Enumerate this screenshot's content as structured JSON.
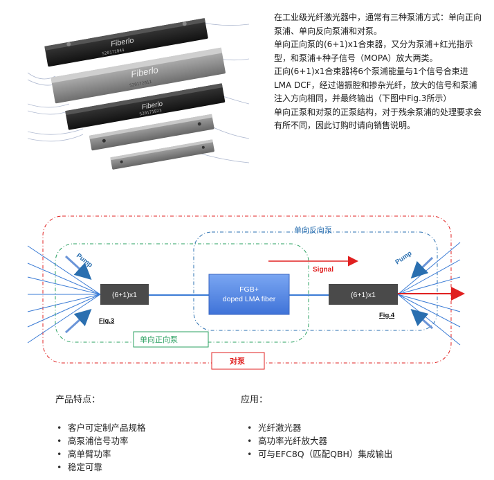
{
  "intro": {
    "lines": [
      "在工业级光纤激光器中，通常有三种泵浦方式：单向正向泵浦、单向反向泵浦和对泵。",
      "单向正向泵的(6+1)x1合束器，又分为泵浦+红光指示型，和泵浦+种子信号（MOPA）放大两类。",
      "正向(6+1)x1合束器将6个泵浦能量与1个信号合束进LMA DCF，经过谐振腔和掺杂光纤，放大的信号和泵浦注入方向相同，并最终输出（下图中Fig.3所示）",
      "单向正泵和对泵的正泵结构，对于残余泵浦的处理要求会有所不同，因此订购时请向销售说明。"
    ]
  },
  "photo": {
    "brand": "Fiberlo",
    "serials": [
      "S20172044",
      "S20172011",
      "S20171823"
    ]
  },
  "diagram": {
    "left_combiner": "(6+1)x1",
    "right_combiner": "(6+1)x1",
    "fiber_line1": "FGB+",
    "fiber_line2": "doped LMA fiber",
    "pump_left": "Pump",
    "pump_right": "Pump",
    "signal": "Signal",
    "fig3": "Fig.3",
    "fig4": "Fig.4",
    "backward_label": "单向反向泵",
    "forward_label": "单向正向泵",
    "bidirectional_label": "对泵",
    "colors": {
      "red": "#e02020",
      "blue": "#2a6fb0",
      "green": "#2aa060",
      "box": "#4a4a4a",
      "fiber": "#5b8ee6"
    }
  },
  "features": {
    "title": "产品特点：",
    "items": [
      "客户可定制产品规格",
      "高泵浦信号功率",
      "高单臂功率",
      "稳定可靠"
    ]
  },
  "applications": {
    "title": "应用：",
    "items": [
      "光纤激光器",
      "高功率光纤放大器",
      "可与EFC8Q（匹配QBH）集成输出"
    ]
  }
}
